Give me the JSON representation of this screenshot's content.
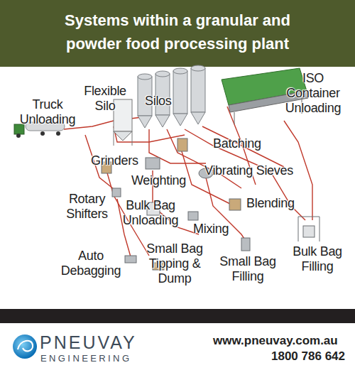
{
  "diagram": {
    "title": "Systems within a granular and powder food processing plant",
    "labels": [
      "Truck Unloading",
      "Flexible Silo",
      "Silos",
      "ISO Container Unloading",
      "Grinders",
      "Batching",
      "Weighting",
      "Vibrating Sieves",
      "Rotary Shifters",
      "Bulk Bag Unloading",
      "Blending",
      "Mixing",
      "Auto Debagging",
      "Small Bag Tipping & Dump",
      "Small Bag Filling",
      "Bulk Bag Filling",
      "PNEUVAY",
      "ENGINEERING",
      "www.pneuvay.com.au",
      "1800 786 642"
    ]
  }
}
